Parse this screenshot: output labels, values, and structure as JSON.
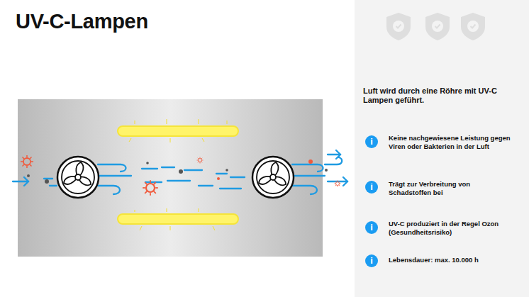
{
  "diagram": {
    "title": "UV-C-Lampen",
    "nodes": [
      {
        "text": [
          "i"
        ]
      },
      {
        "text": [
          "i"
        ]
      },
      {
        "text": [
          "i"
        ]
      },
      {
        "text": [
          "i"
        ]
      }
    ],
    "labels": [
      "Luft wird durch eine Röhre mit UV-C Lampen geführt.",
      "Keine nachgewiesene Leistung gegen Viren oder Bakterien in der Luft",
      "Trägt zur Verbreitung von Schadstoffen bei",
      "UV-C produziert in der Regel Ozon (Gesundheitsrisiko)",
      "Lebensdauer: max. 10.000 h"
    ]
  }
}
